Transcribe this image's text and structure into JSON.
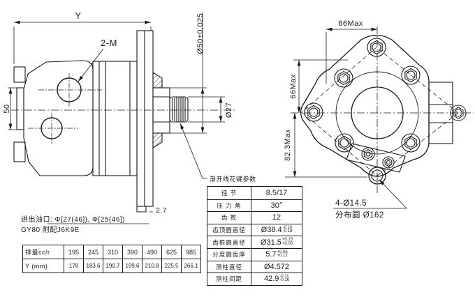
{
  "side_view": {
    "length_label": "Y",
    "holes_label": "2-M",
    "boss_height": "50",
    "spigot_dia": "Ø50±0.025",
    "shaft_dia": "Ø27",
    "step_dim": "2.7",
    "spline_callout": "渐开线花键参数"
  },
  "front_view": {
    "top_width": "66Max",
    "upper_height": "66Max",
    "lower_height": "82.3Max",
    "mount_holes": "4-Ø14.5",
    "bolt_circle": "分布圆 Ø162"
  },
  "notes": {
    "line1": "进出油口: Φ[27(46]), Φ[25(46])",
    "line2": "GY80 附配J6K9E"
  },
  "displacement_table": {
    "row_labels": [
      "排量cc/r",
      "Y (mm)"
    ],
    "displacements": [
      "195",
      "245",
      "310",
      "390",
      "490",
      "625",
      "985"
    ],
    "y_values": [
      "178",
      "183.6",
      "190.7",
      "199.6",
      "210.8",
      "225.5",
      "266.1"
    ]
  },
  "spline_table": {
    "rows": [
      {
        "label": "径  节",
        "value": "8.5/17"
      },
      {
        "label": "压 力 角",
        "value": "30°"
      },
      {
        "label": "齿  数",
        "value": "12"
      },
      {
        "label": "齿顶圆直径",
        "value": "Ø38.4",
        "tol_top": "-0.10",
        "tol_bottom": "-0.18"
      },
      {
        "label": "齿根圆直径",
        "value": "Ø31.5",
        "tol_top": "+0.15",
        "tol_bottom": "+0.05"
      },
      {
        "label": "分度圆齿厚",
        "value": "5.7",
        "tol_top": "+0.05",
        "tol_bottom": "+0.12"
      },
      {
        "label": "测柱直径",
        "value": "Ø4.572"
      },
      {
        "label": "测柱间距",
        "value": "42.9",
        "tol_top": "-0.11",
        "tol_bottom": "-0.16"
      }
    ]
  },
  "colors": {
    "line": "#1a1a1a",
    "background": "#ffffff"
  }
}
